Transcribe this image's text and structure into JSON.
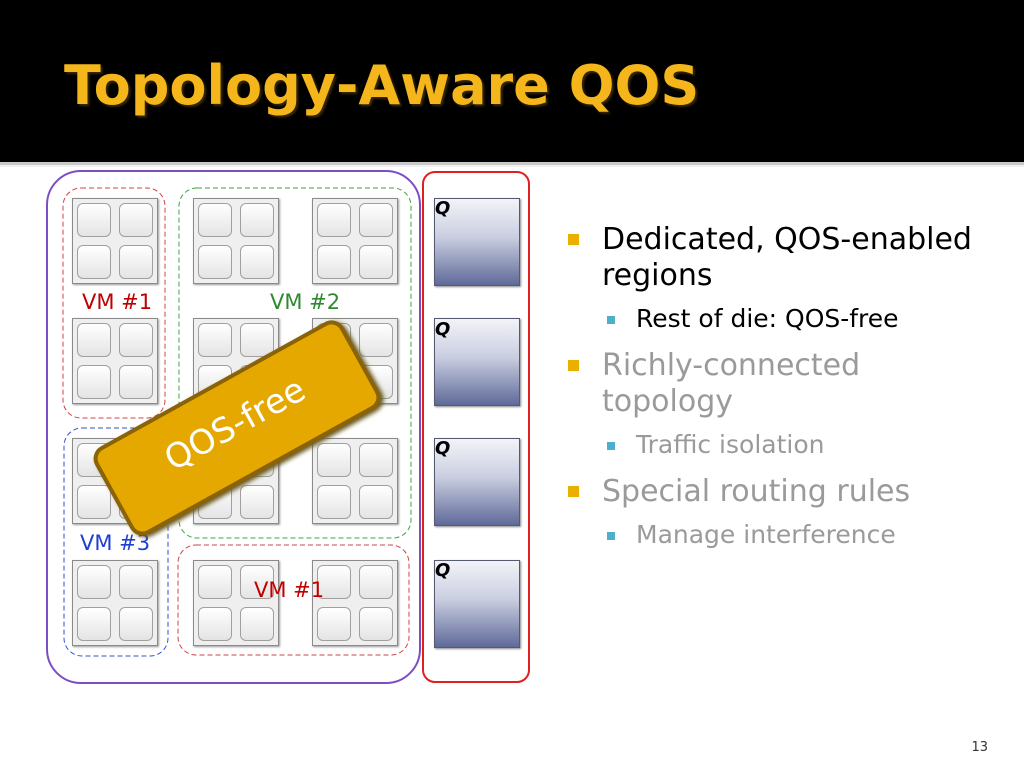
{
  "slide": {
    "title": "Topology-Aware  QOS",
    "page_number": "13"
  },
  "diagram": {
    "vm_labels": [
      {
        "text": "VM #1",
        "color": "#c00000"
      },
      {
        "text": "VM #2",
        "color": "#2f8a2f"
      },
      {
        "text": "VM #3",
        "color": "#1f3fcf"
      },
      {
        "text": "VM #1",
        "color": "#c00000"
      }
    ],
    "queue_label": "Q",
    "qos_free_label": "QOS-free",
    "colors": {
      "die_border": "#7b4fc4",
      "qos_region_border": "#e02020",
      "qos_free_fill": "#e5a800"
    }
  },
  "bullets": [
    {
      "level": 1,
      "text": "Dedicated, QOS-enabled regions",
      "color": "#000000"
    },
    {
      "level": 2,
      "text": "Rest of die: QOS-free",
      "color": "#000000"
    },
    {
      "level": 1,
      "text": "Richly-connected topology",
      "color": "#9a9a9a"
    },
    {
      "level": 2,
      "text": "Traffic isolation",
      "color": "#9a9a9a"
    },
    {
      "level": 1,
      "text": "Special routing rules",
      "color": "#9a9a9a"
    },
    {
      "level": 2,
      "text": "Manage interference",
      "color": "#9a9a9a"
    }
  ]
}
